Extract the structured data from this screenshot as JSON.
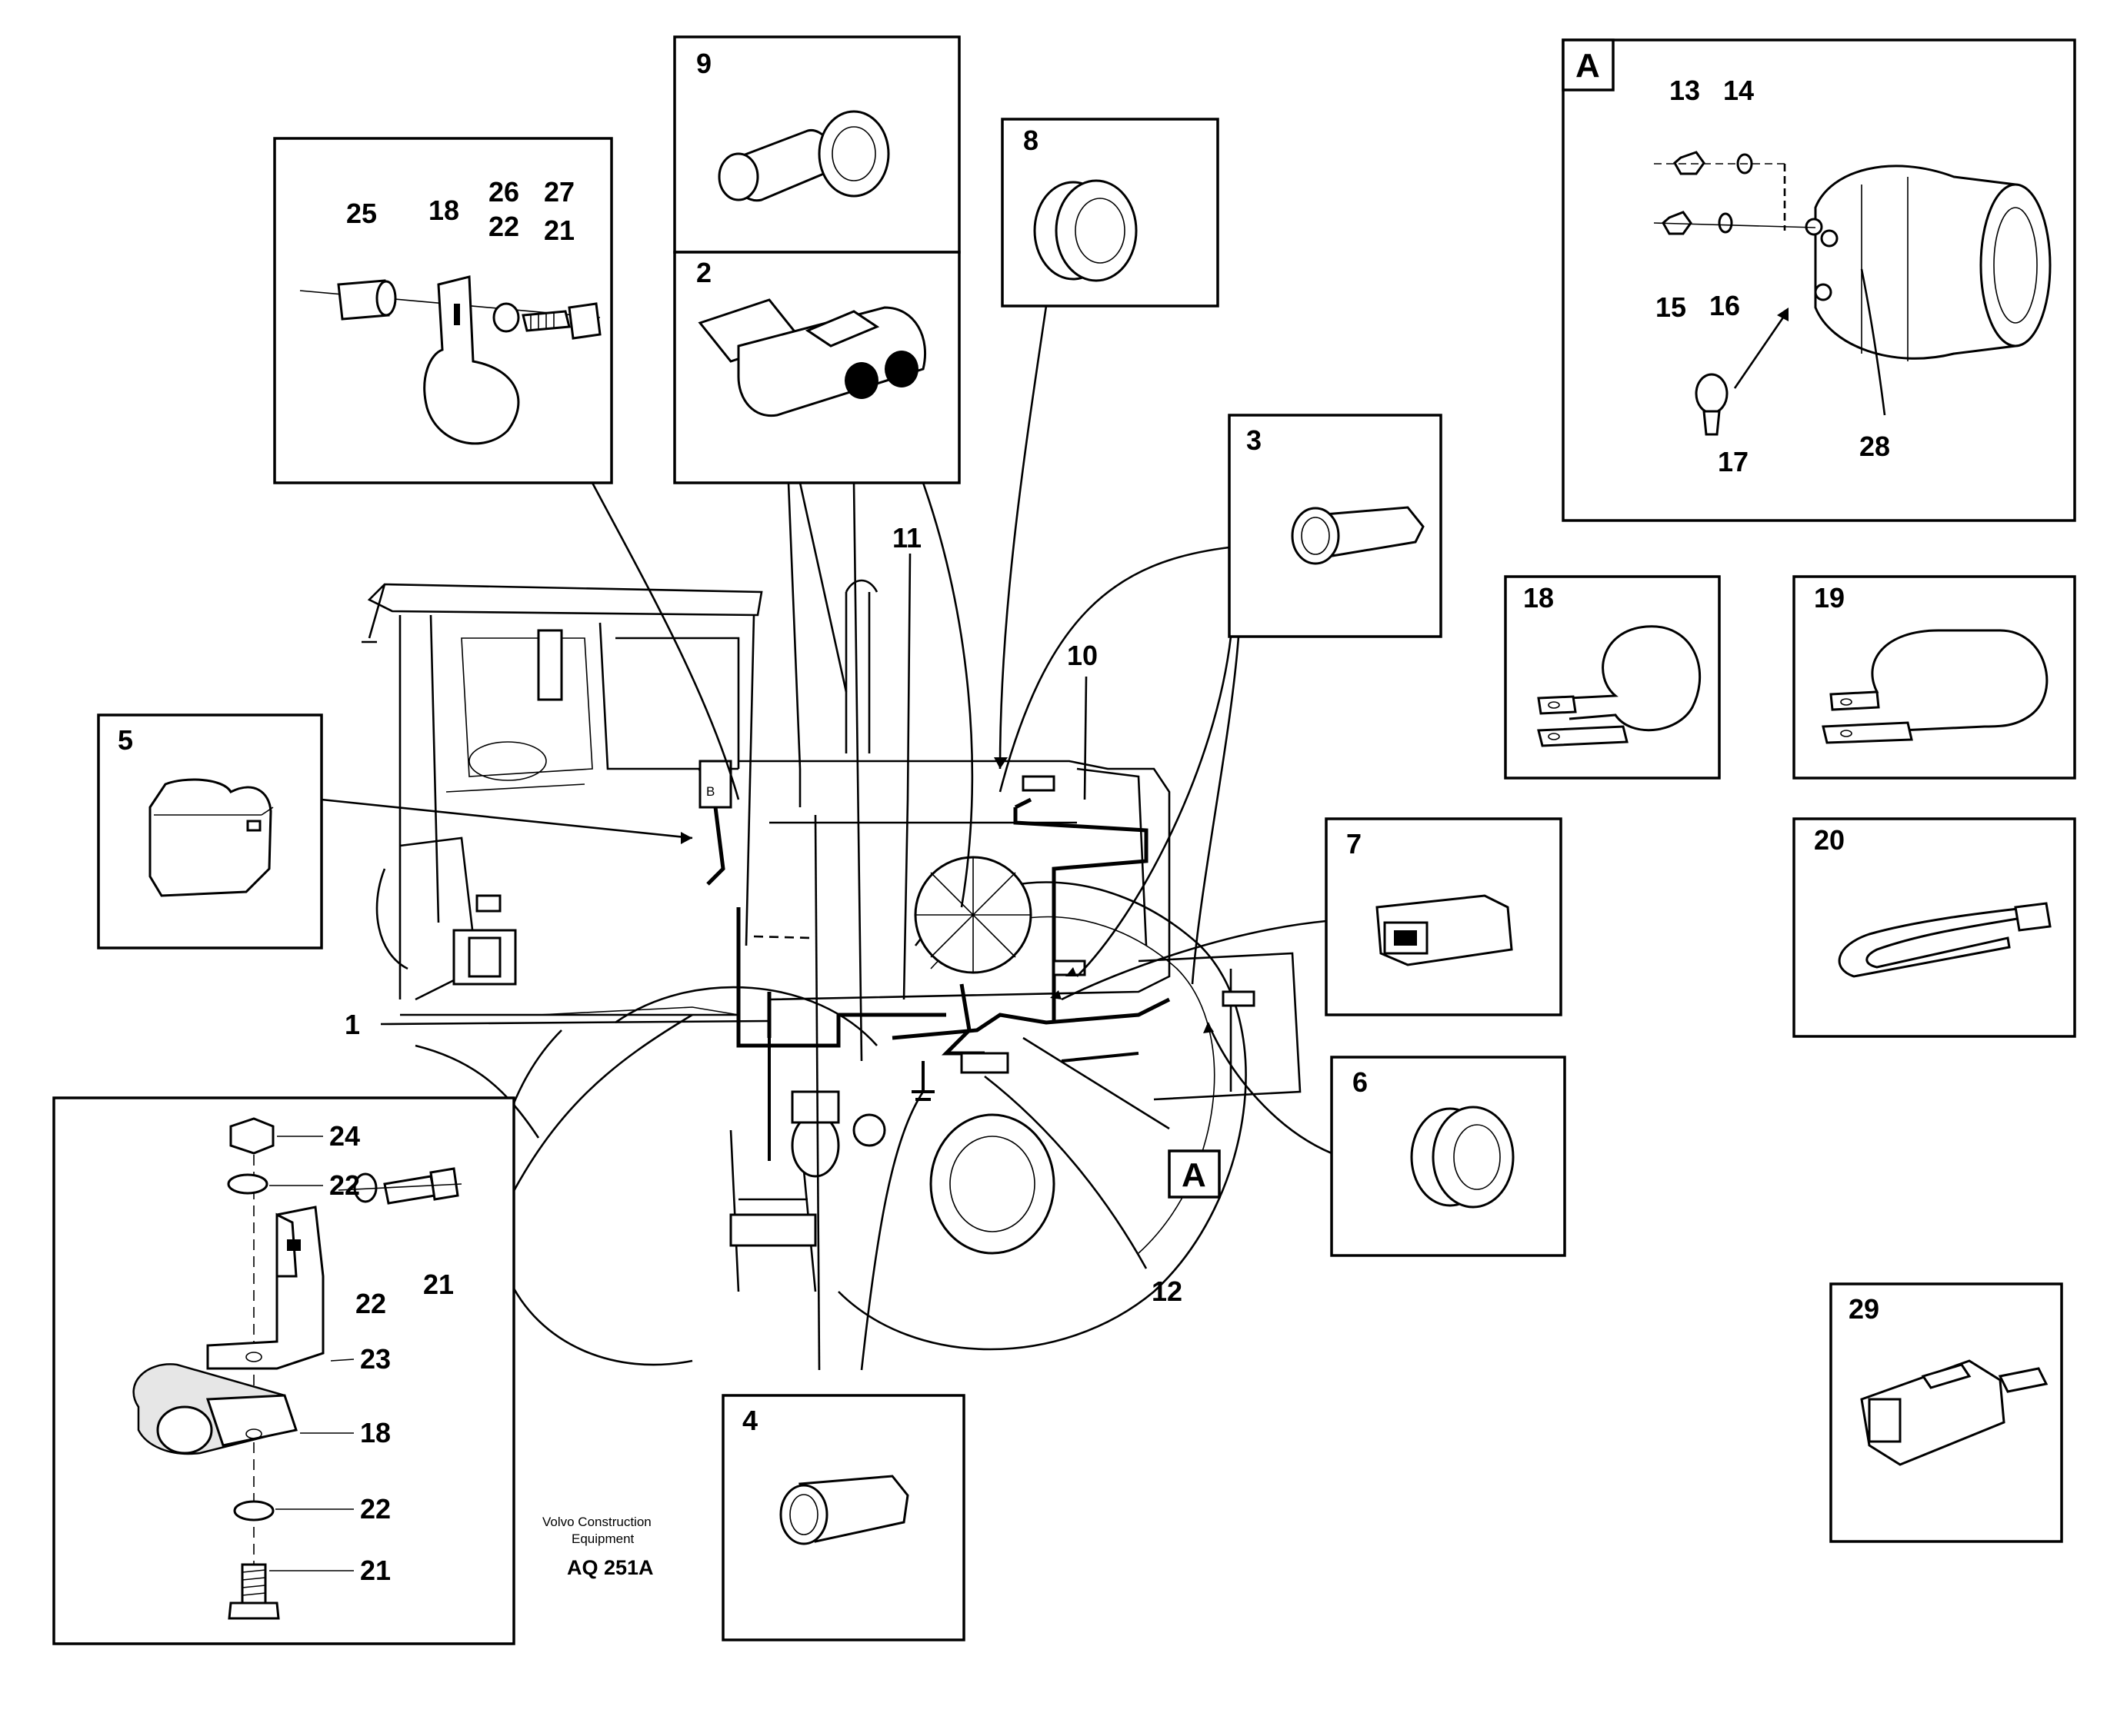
{
  "callouts": {
    "c1": "1",
    "c2": "2",
    "c3": "3",
    "c4": "4",
    "c5": "5",
    "c6": "6",
    "c7": "7",
    "c8": "8",
    "c9": "9",
    "c10": "10",
    "c11": "11",
    "c12": "12",
    "c13": "13",
    "c14": "14",
    "c15": "15",
    "c16": "16",
    "c17": "17",
    "c18": "18",
    "c19": "19",
    "c20": "20",
    "c21": "21",
    "c22": "22",
    "c23": "23",
    "c24": "24",
    "c25": "25",
    "c26": "26",
    "c27": "27",
    "c28": "28",
    "c29": "29",
    "detail_ref": "A"
  },
  "caption": {
    "company_line1": "Volvo Construction",
    "company_line2": "Equipment",
    "drawing_code": "AQ 251A"
  }
}
